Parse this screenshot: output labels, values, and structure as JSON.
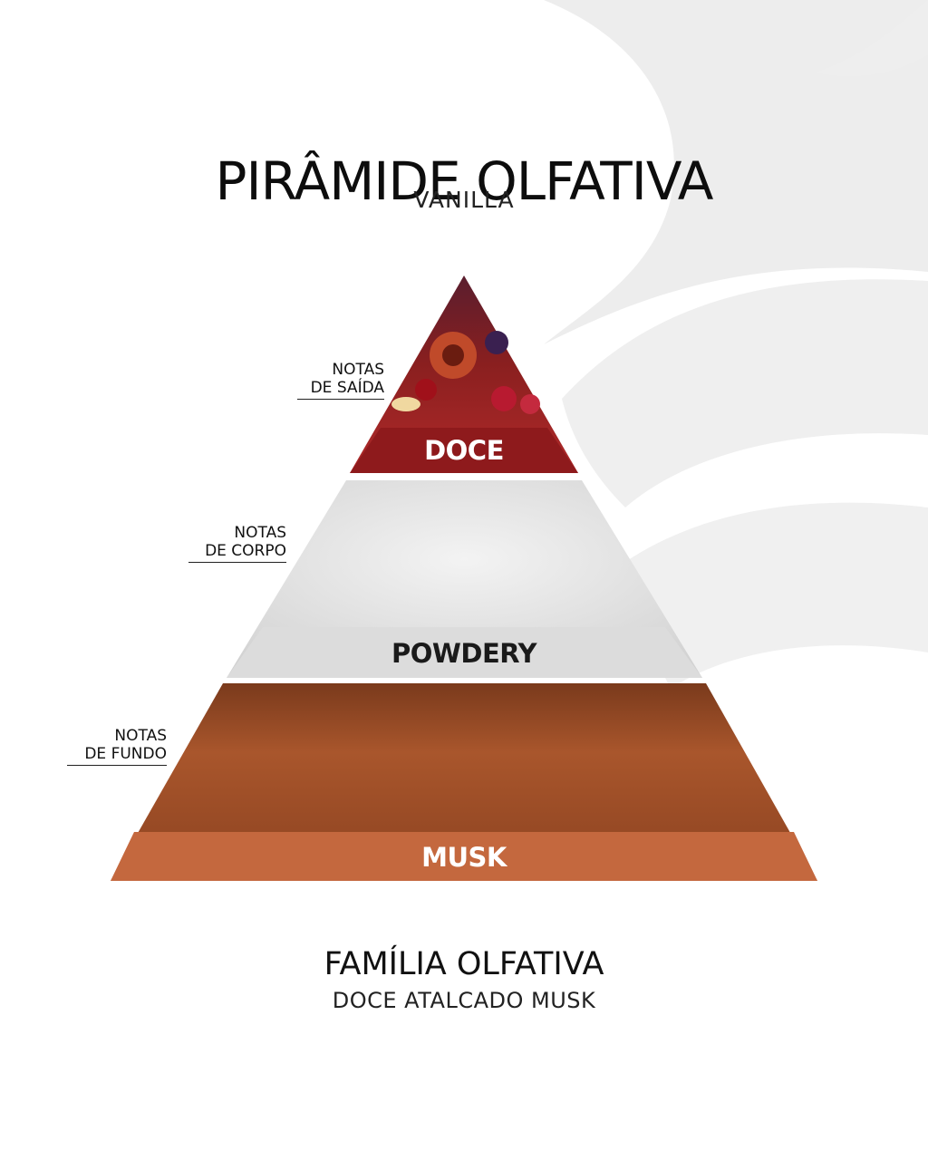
{
  "header": {
    "title": "PIRÂMIDE OLFATIVA",
    "subtitle": "VANILLA"
  },
  "pyramid": {
    "tiers": [
      {
        "note_line1": "NOTAS",
        "note_line2": "DE SAÍDA",
        "label": "DOCE"
      },
      {
        "note_line1": "NOTAS",
        "note_line2": "DE CORPO",
        "label": "POWDERY"
      },
      {
        "note_line1": "NOTAS",
        "note_line2": "DE FUNDO",
        "label": "MUSK"
      }
    ]
  },
  "family": {
    "title": "FAMÍLIA OLFATIVA",
    "value": "DOCE ATALCADO MUSK"
  },
  "colors": {
    "top_band": "#8e1a1c",
    "middle_band": "#dcdcdc",
    "bottom_band": "#c4683e"
  }
}
